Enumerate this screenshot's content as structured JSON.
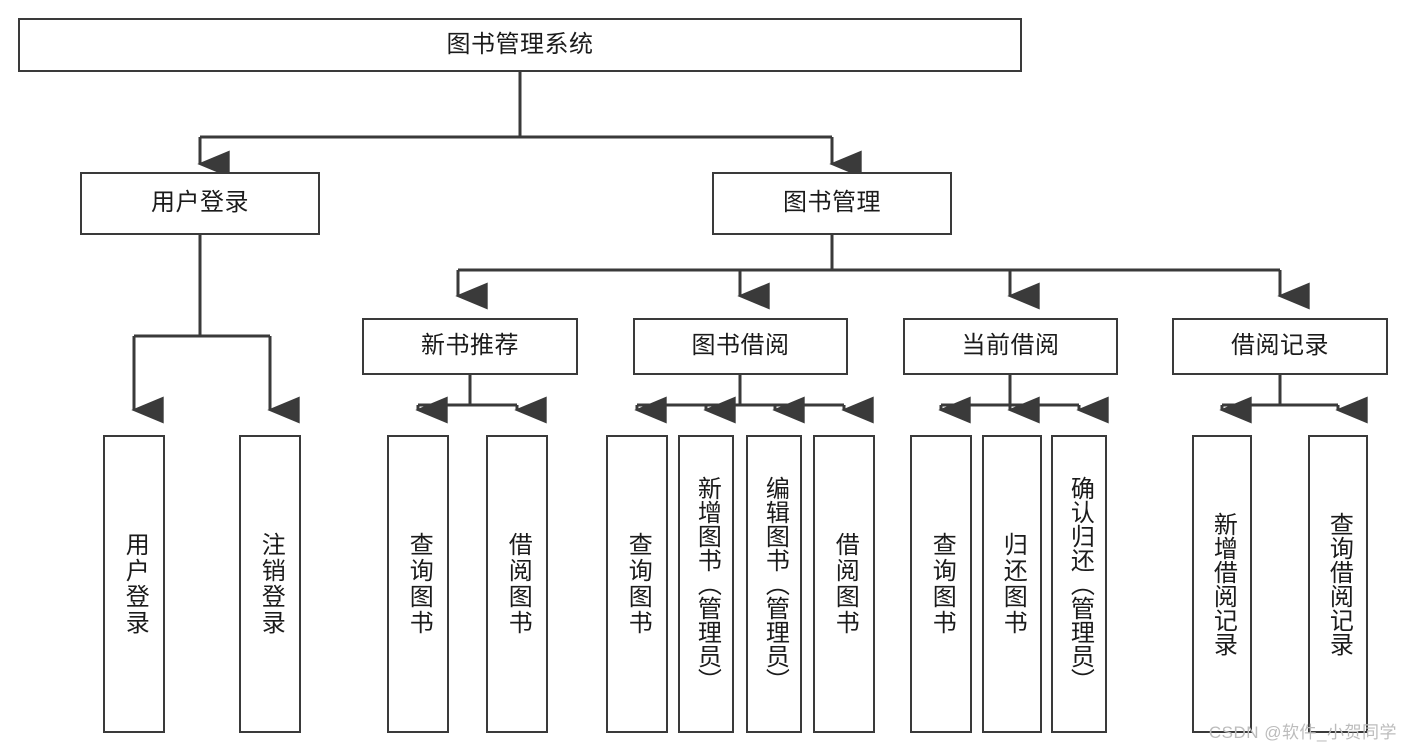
{
  "diagram": {
    "type": "tree-hierarchy",
    "title": "图书管理系统",
    "stroke_color": "#3a3a3a",
    "fill_color": "#ffffff",
    "text_color": "#1b1b1b"
  },
  "root": {
    "label": "图书管理系统"
  },
  "level2": {
    "user_login": {
      "label": "用户登录"
    },
    "book_mgmt": {
      "label": "图书管理"
    }
  },
  "level3": {
    "new_book_rec": {
      "label": "新书推荐"
    },
    "book_borrow": {
      "label": "图书借阅"
    },
    "current_borrow": {
      "label": "当前借阅"
    },
    "borrow_record": {
      "label": "借阅记录"
    }
  },
  "leaves": {
    "user_login_1": {
      "label": "用户登录"
    },
    "user_login_2": {
      "label": "注销登录"
    },
    "new_book_1": {
      "label": "查询图书"
    },
    "new_book_2": {
      "label": "借阅图书"
    },
    "borrow_1": {
      "label": "查询图书"
    },
    "borrow_2": {
      "label": "新增图书（管理员）"
    },
    "borrow_3": {
      "label": "编辑图书（管理员）"
    },
    "borrow_4": {
      "label": "借阅图书"
    },
    "current_1": {
      "label": "查询图书"
    },
    "current_2": {
      "label": "归还图书"
    },
    "current_3": {
      "label": "确认归还（管理员）"
    },
    "record_1": {
      "label": "新增借阅记录"
    },
    "record_2": {
      "label": "查询借阅记录"
    }
  },
  "watermark": {
    "text": "CSDN @软件_小贺同学"
  }
}
